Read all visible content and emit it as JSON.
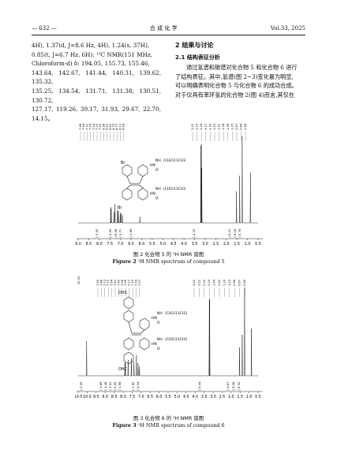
{
  "header": {
    "page_number": "— 632 —",
    "journal": "合 成 化 学",
    "volume": "Vol.33, 2025"
  },
  "left_column": {
    "lines": [
      "4H), 1.37(d, J=8.6 Hz, 4H), 1.24(s, 37H),",
      "0.85(t, J=6.7 Hz, 6H); ¹³C NMR(151 MHz,",
      "Chloroform-d) δ: 194.05, 155.73, 155.46,",
      "143.64, 142.67, 141.44, 140.31, 139.62, 135.32,",
      "135.25, 134.54, 131.71, 131.38, 130.51, 130.72,",
      "127.17, 119.26, 39.17, 31.93, 29.67, 22.70, 14.15。"
    ]
  },
  "right_column": {
    "section_title": "2   结果与讨论",
    "subsection_title": "2.1   结构表征分析",
    "lines": [
      "通过氢谱和碳谱对化合物 5 和化合物 6 进行",
      "了结构表征。其中,氢谱(图 2~3)变化量为明显,",
      "可以明确表明化合物 5 与化合物 6 的成功合成。",
      "对于仪具有苯环氢的化合物 2(图 4)而言,其仅在"
    ]
  },
  "figure2": {
    "peak_labels": [
      "7.46",
      "7.44",
      "7.31",
      "7.26",
      "7.14",
      "7.10",
      "7.01",
      "6.98",
      "6.91",
      "6.90",
      "6.79",
      "6.77",
      "6.10",
      "6.08"
    ],
    "right_peak_labels": [
      "3.20",
      "3.19",
      "3.18",
      "3.17",
      "3.16",
      "1.53",
      "1.51",
      "1.38",
      "1.36",
      "1.25",
      "0.87",
      "0.86",
      "0.85"
    ],
    "xaxis_ticks": [
      "9.0",
      "8.5",
      "8.0",
      "7.5",
      "7.0",
      "6.5",
      "6.0",
      "5.5",
      "5.0",
      "4.5",
      "4.0",
      "3.5",
      "3.0",
      "2.5",
      "2.0",
      "1.5",
      "1.0",
      "0.5"
    ],
    "integrals": [
      "2.00",
      "4.00",
      "8.26",
      "3.77",
      "1.98",
      "4.20",
      "6.21",
      "8.15",
      "5.79"
    ],
    "structure_labels": [
      "Br",
      "Br",
      "HN",
      "O",
      "HN",
      "O",
      "NH",
      "(CH2)11CH3",
      "NH",
      "(CH2)11CH3"
    ]
  },
  "figure3": {
    "left_peak_label": "10.03",
    "peak_labels": [
      "7.90",
      "7.88",
      "7.72",
      "7.70",
      "7.54",
      "7.52",
      "7.40",
      "7.38",
      "7.26",
      "7.17",
      "7.15",
      "7.09",
      "7.07"
    ],
    "right_peak_labels": [
      "3.22",
      "3.21",
      "3.20",
      "3.19",
      "1.54",
      "1.52",
      "1.39",
      "1.25",
      "0.88",
      "0.87",
      "0.86"
    ],
    "xaxis_ticks": [
      "10.5",
      "10.0",
      "9.5",
      "9.0",
      "8.5",
      "8.0",
      "7.5",
      "7.0",
      "6.5",
      "6.0",
      "5.5",
      "5.0",
      "4.5",
      "4.0",
      "3.5",
      "3.0",
      "2.5",
      "2.0",
      "1.5",
      "1.0",
      "0.5"
    ],
    "integrals": [
      "2.00",
      "1.89",
      "4.46",
      "3.91",
      "4.00",
      "1.98",
      "1.92",
      "4.24",
      "4.44",
      "4.87",
      "9.06",
      "6.32"
    ],
    "structure_labels": [
      "OHC",
      "OHC",
      "HN",
      "O",
      "HN",
      "O",
      "NH",
      "(CH2)11CH3",
      "NH",
      "(CH2)11CH3"
    ]
  },
  "captions": {
    "fig2_cn": "图 2   化合物 5 的 ¹H NMR 谱图",
    "fig2_en_bold": "Figure 2",
    "fig2_en": "¹H NMR spectrum of compound 5",
    "fig3_cn": "图 3   化合物 6 的 ¹H NMR 谱图",
    "fig3_en_bold": "Figure 3",
    "fig3_en": "¹H NMR spectrum of compound 6"
  }
}
